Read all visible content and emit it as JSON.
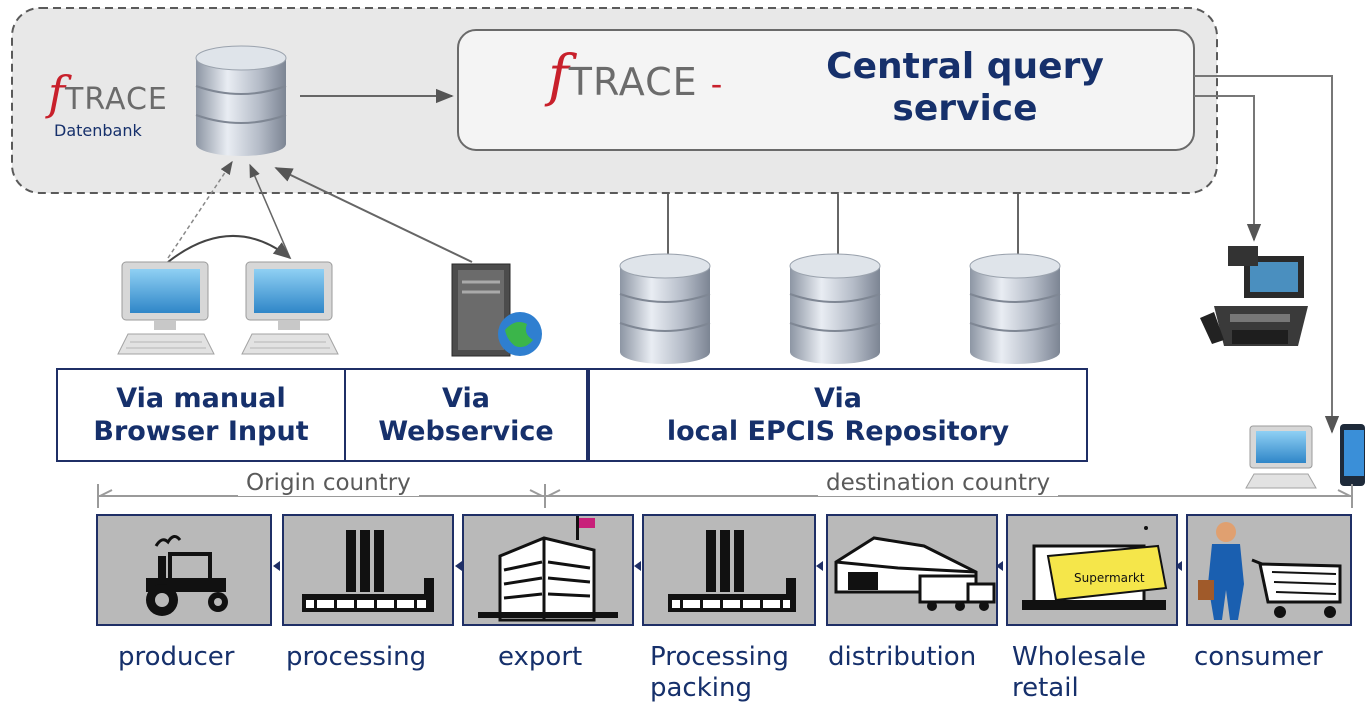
{
  "central": {
    "ftrace_letter": "f",
    "ftrace_word": "TRACE",
    "dash": "-",
    "title_line1": "Central query",
    "title_line2": "service"
  },
  "datenbank": {
    "ftrace_letter": "f",
    "ftrace_word": "TRACE",
    "caption": "Datenbank"
  },
  "methods": [
    {
      "line1": "Via manual",
      "line2": "Browser Input"
    },
    {
      "line1": "Via",
      "line2": "Webservice"
    },
    {
      "line1": "Via",
      "line2": "local EPCIS Repository"
    }
  ],
  "countries": {
    "origin": "Origin country",
    "destination": "destination country"
  },
  "stages": [
    {
      "id": "producer",
      "label": "producer",
      "icon": "tractor-icon"
    },
    {
      "id": "processing",
      "label": "processing",
      "icon": "factory-icon"
    },
    {
      "id": "export",
      "label": "export",
      "icon": "building-icon"
    },
    {
      "id": "processing-packing",
      "label": "Processing\npacking",
      "icon": "factory-icon"
    },
    {
      "id": "distribution",
      "label": "distribution",
      "icon": "warehouse-icon"
    },
    {
      "id": "wholesale-retail",
      "label": "Wholesale\nretail",
      "icon": "supermarket-icon",
      "sign": "Supermarkt"
    },
    {
      "id": "consumer",
      "label": "consumer",
      "icon": "shopper-icon"
    }
  ],
  "colors": {
    "navy": "#16306b",
    "red": "#c8202b",
    "group_bg": "#e8e8e8",
    "stage_bg": "#b9b9b9"
  }
}
